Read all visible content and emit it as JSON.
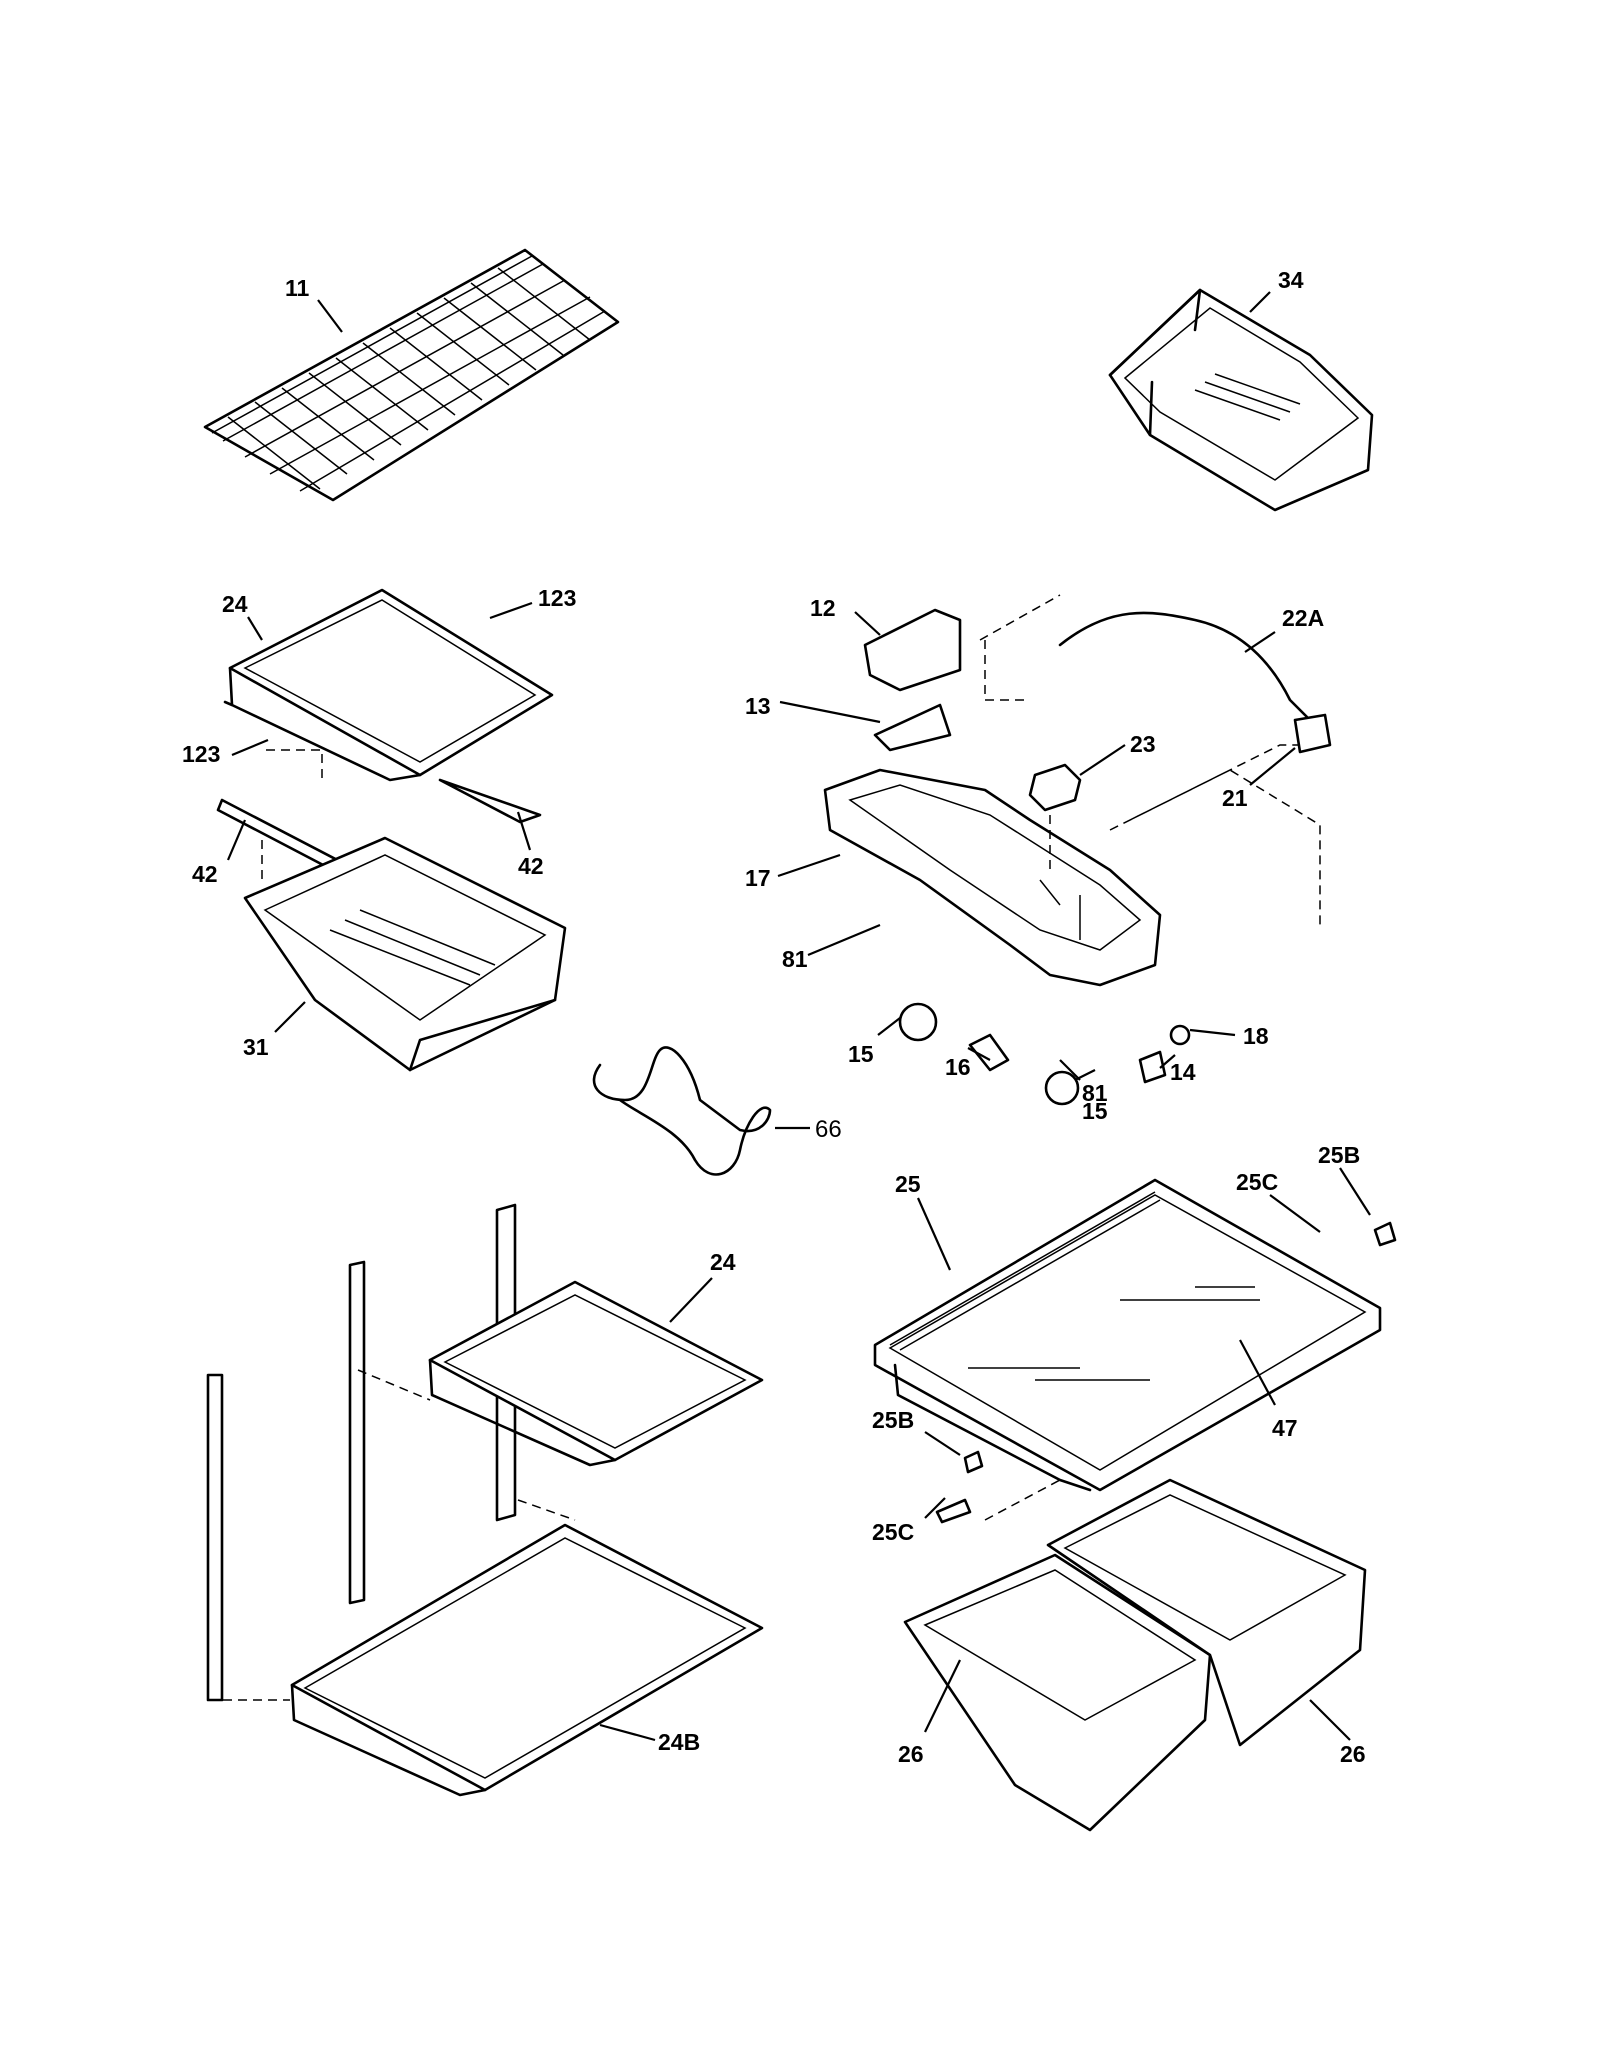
{
  "diagram": {
    "callouts": {
      "c11": "11",
      "c34": "34",
      "c24_top": "24",
      "c123_top": "123",
      "c123_left": "123",
      "c42_right": "42",
      "c42_left": "42",
      "c31": "31",
      "c12": "12",
      "c22A": "22A",
      "c13": "13",
      "c23": "23",
      "c21": "21",
      "c17": "17",
      "c81_left": "81",
      "c81_right": "81",
      "c18": "18",
      "c15_left": "15",
      "c15_right": "15",
      "c16": "16",
      "c14": "14",
      "c66": "66",
      "c25": "25",
      "c25B_top": "25B",
      "c25C_top": "25C",
      "c24_mid": "24",
      "c47": "47",
      "c25B_left": "25B",
      "c25C_left": "25C",
      "c24B": "24B",
      "c26_left": "26",
      "c26_right": "26"
    }
  }
}
